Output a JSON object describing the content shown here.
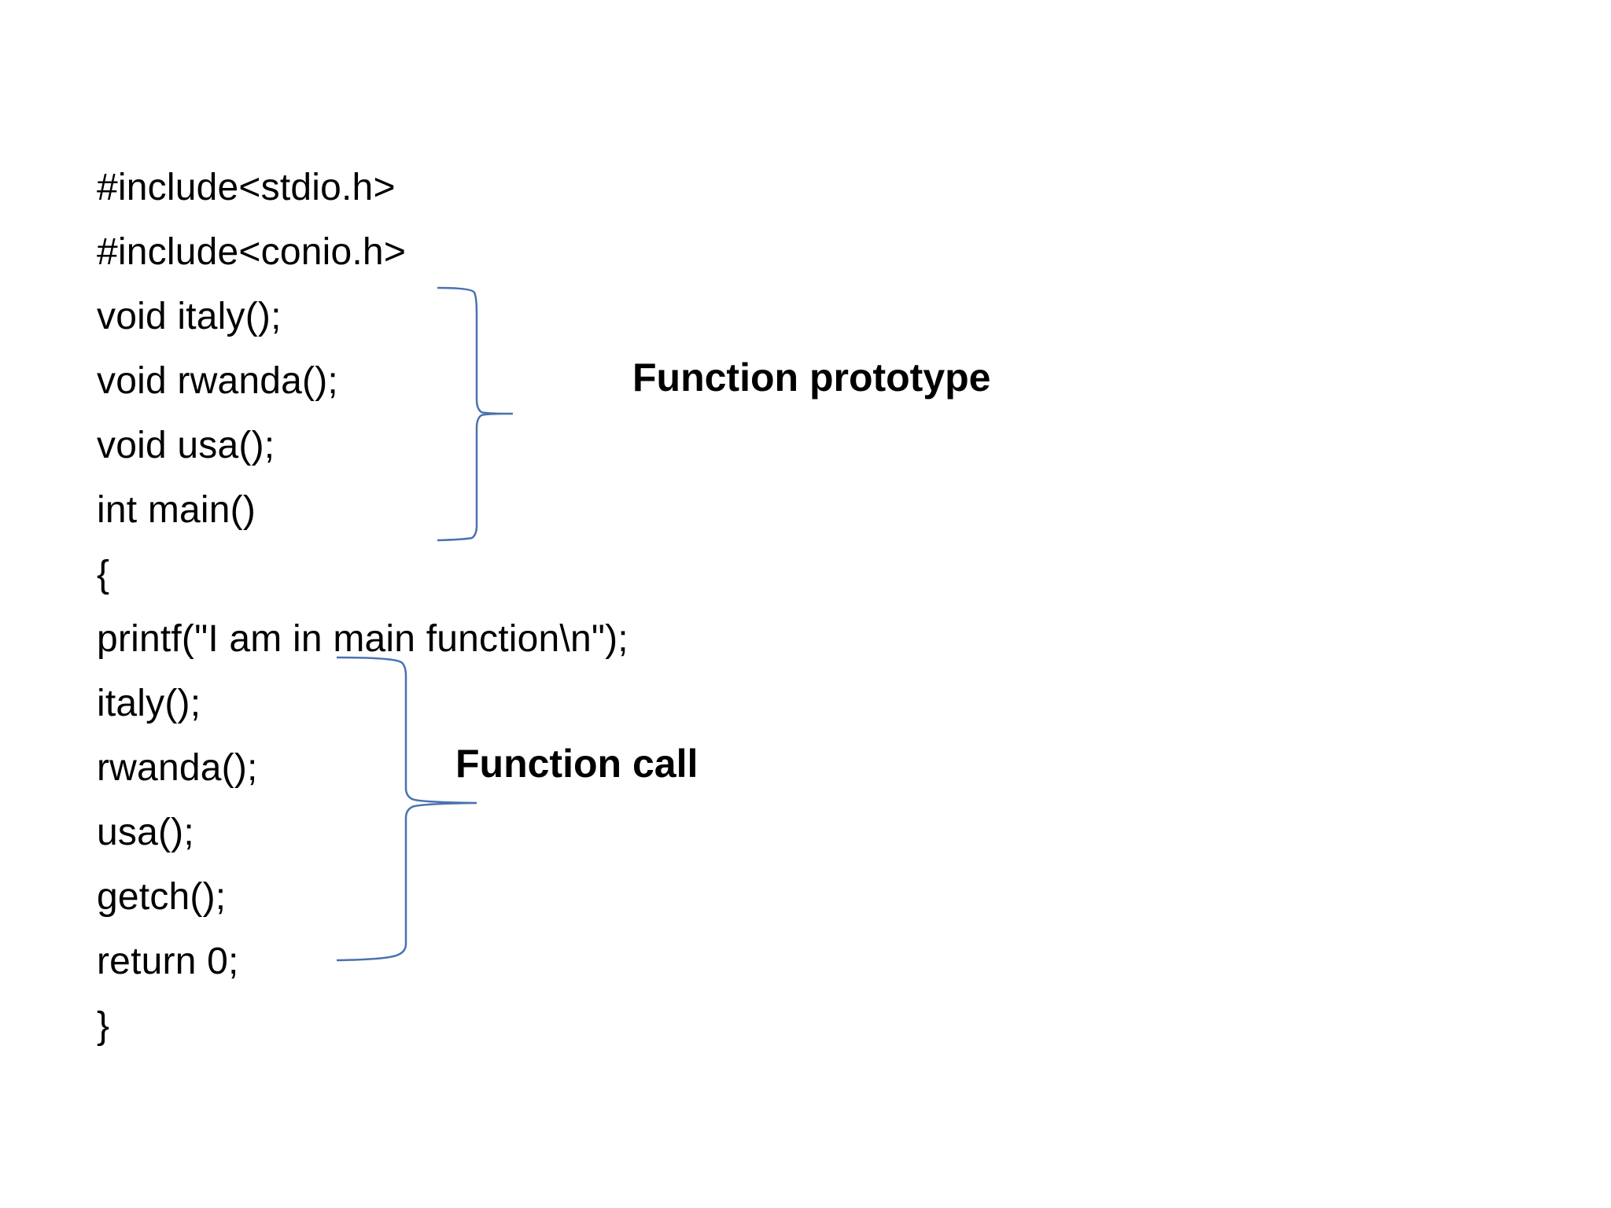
{
  "code": {
    "lines": [
      "#include<stdio.h>",
      "#include<conio.h>",
      "void italy();",
      "void rwanda();",
      "void usa();",
      "int main()",
      "{",
      "printf(\"I am in main function\\n\");",
      "italy();",
      "rwanda();",
      "usa();",
      "getch();",
      "return 0;",
      "}"
    ]
  },
  "annotations": {
    "prototype_label": "Function prototype",
    "call_label": "Function call"
  },
  "colors": {
    "brace": "#4a72b0",
    "text": "#000000",
    "background": "#ffffff"
  }
}
